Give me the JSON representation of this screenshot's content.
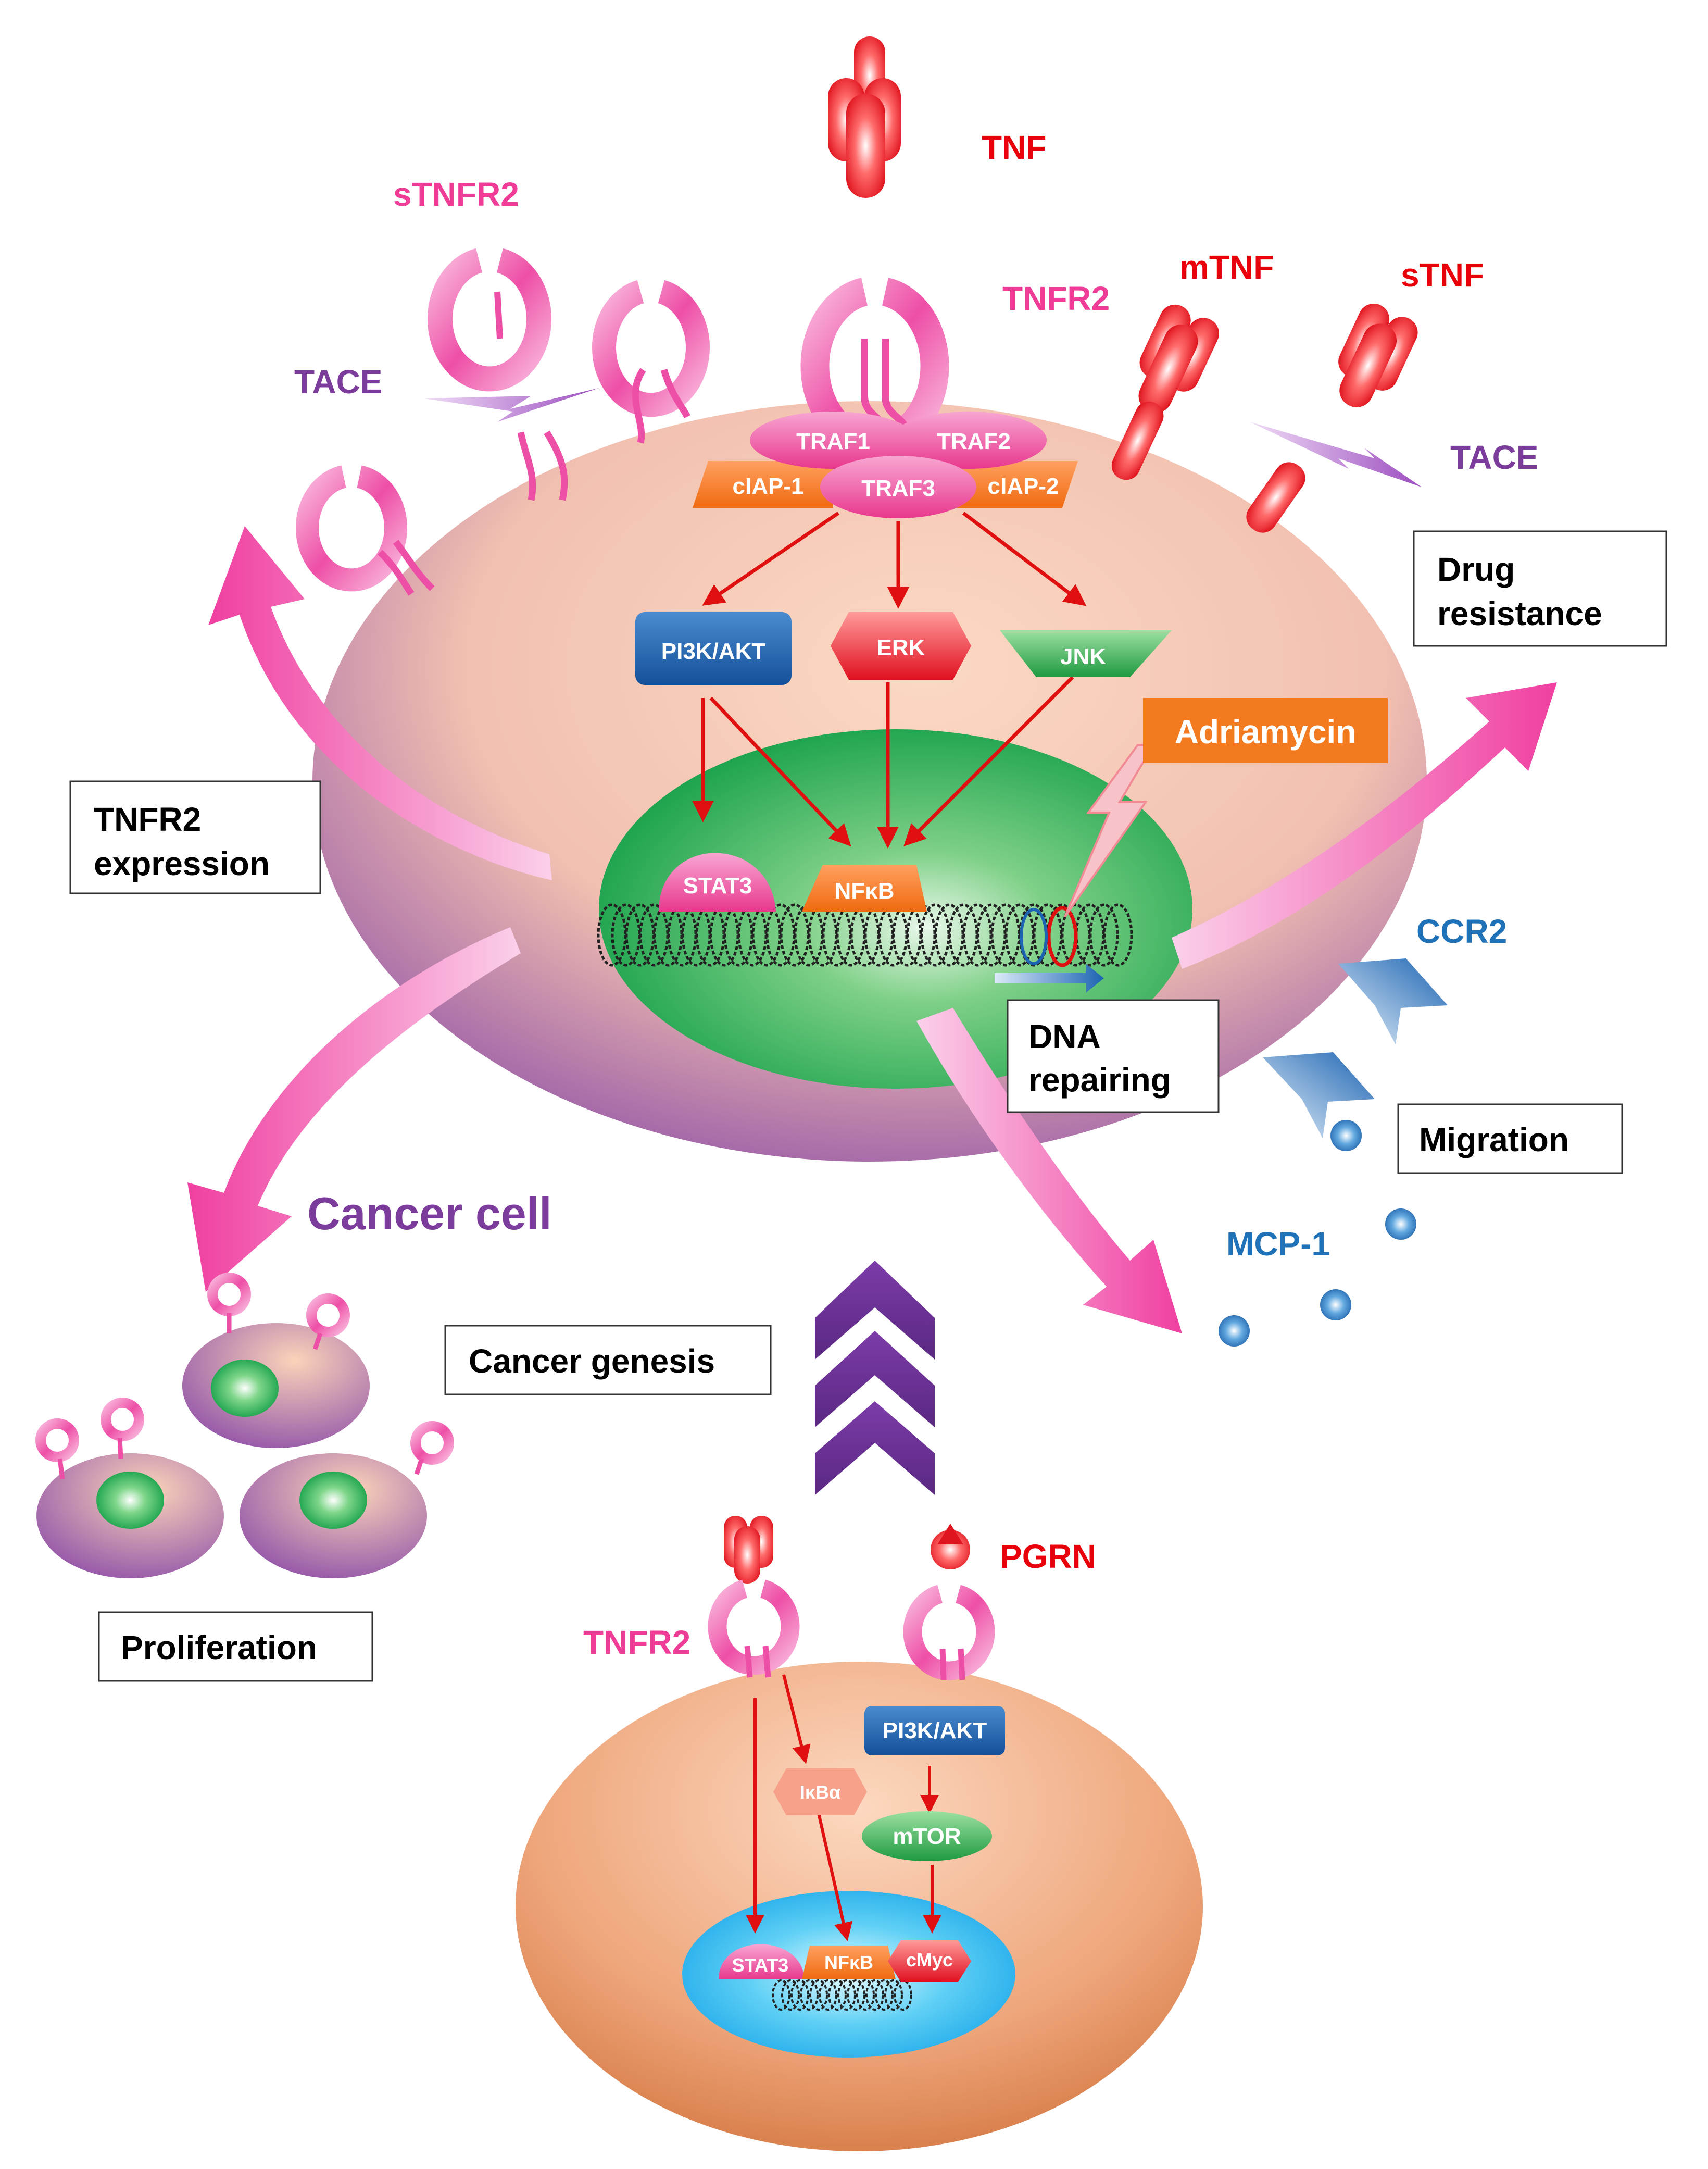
{
  "labels": {
    "tnf": "TNF",
    "stnfr2": "sTNFR2",
    "tnfr2_top": "TNFR2",
    "mtnf": "mTNF",
    "stnf": "sTNF",
    "tace_left": "TACE",
    "tace_right": "TACE",
    "traf1": "TRAF1",
    "traf2": "TRAF2",
    "traf3": "TRAF3",
    "ciap1": "cIAP-1",
    "ciap2": "cIAP-2",
    "pi3k_akt": "PI3K/AKT",
    "erk": "ERK",
    "jnk": "JNK",
    "adriamycin": "Adriamycin",
    "stat3": "STAT3",
    "nfkb": "NFκB",
    "ccr2": "CCR2",
    "mcp1": "MCP-1",
    "cancer_cell": "Cancer cell",
    "pgrn": "PGRN",
    "tnfr2_bottom": "TNFR2",
    "pi3k_akt_bottom": "PI3K/AKT",
    "ikba": "IκBα",
    "mtor": "mTOR",
    "stat3_bottom": "STAT3",
    "nfkb_bottom": "NFκB",
    "cmyc": "cMyc"
  },
  "boxes": {
    "tnfr2_expression": [
      "TNFR2",
      "expression"
    ],
    "drug_resistance": [
      "Drug",
      "resistance"
    ],
    "dna_repairing": [
      "DNA",
      "repairing"
    ],
    "migration": "Migration",
    "cancer_genesis": "Cancer genesis",
    "proliferation": "Proliferation"
  },
  "colors": {
    "red_label": "#e8000b",
    "pink_label": "#ef3c96",
    "purple_label": "#7c3c9c",
    "blue_label": "#1f72b8",
    "pink_arrow": "#f25fb0",
    "red_arrow": "#e01010",
    "orange": "#f47a1f",
    "pi3k_blue": "#1c5fa8",
    "green": "#2aa04a",
    "purple_chevron": "#6a2f91"
  }
}
